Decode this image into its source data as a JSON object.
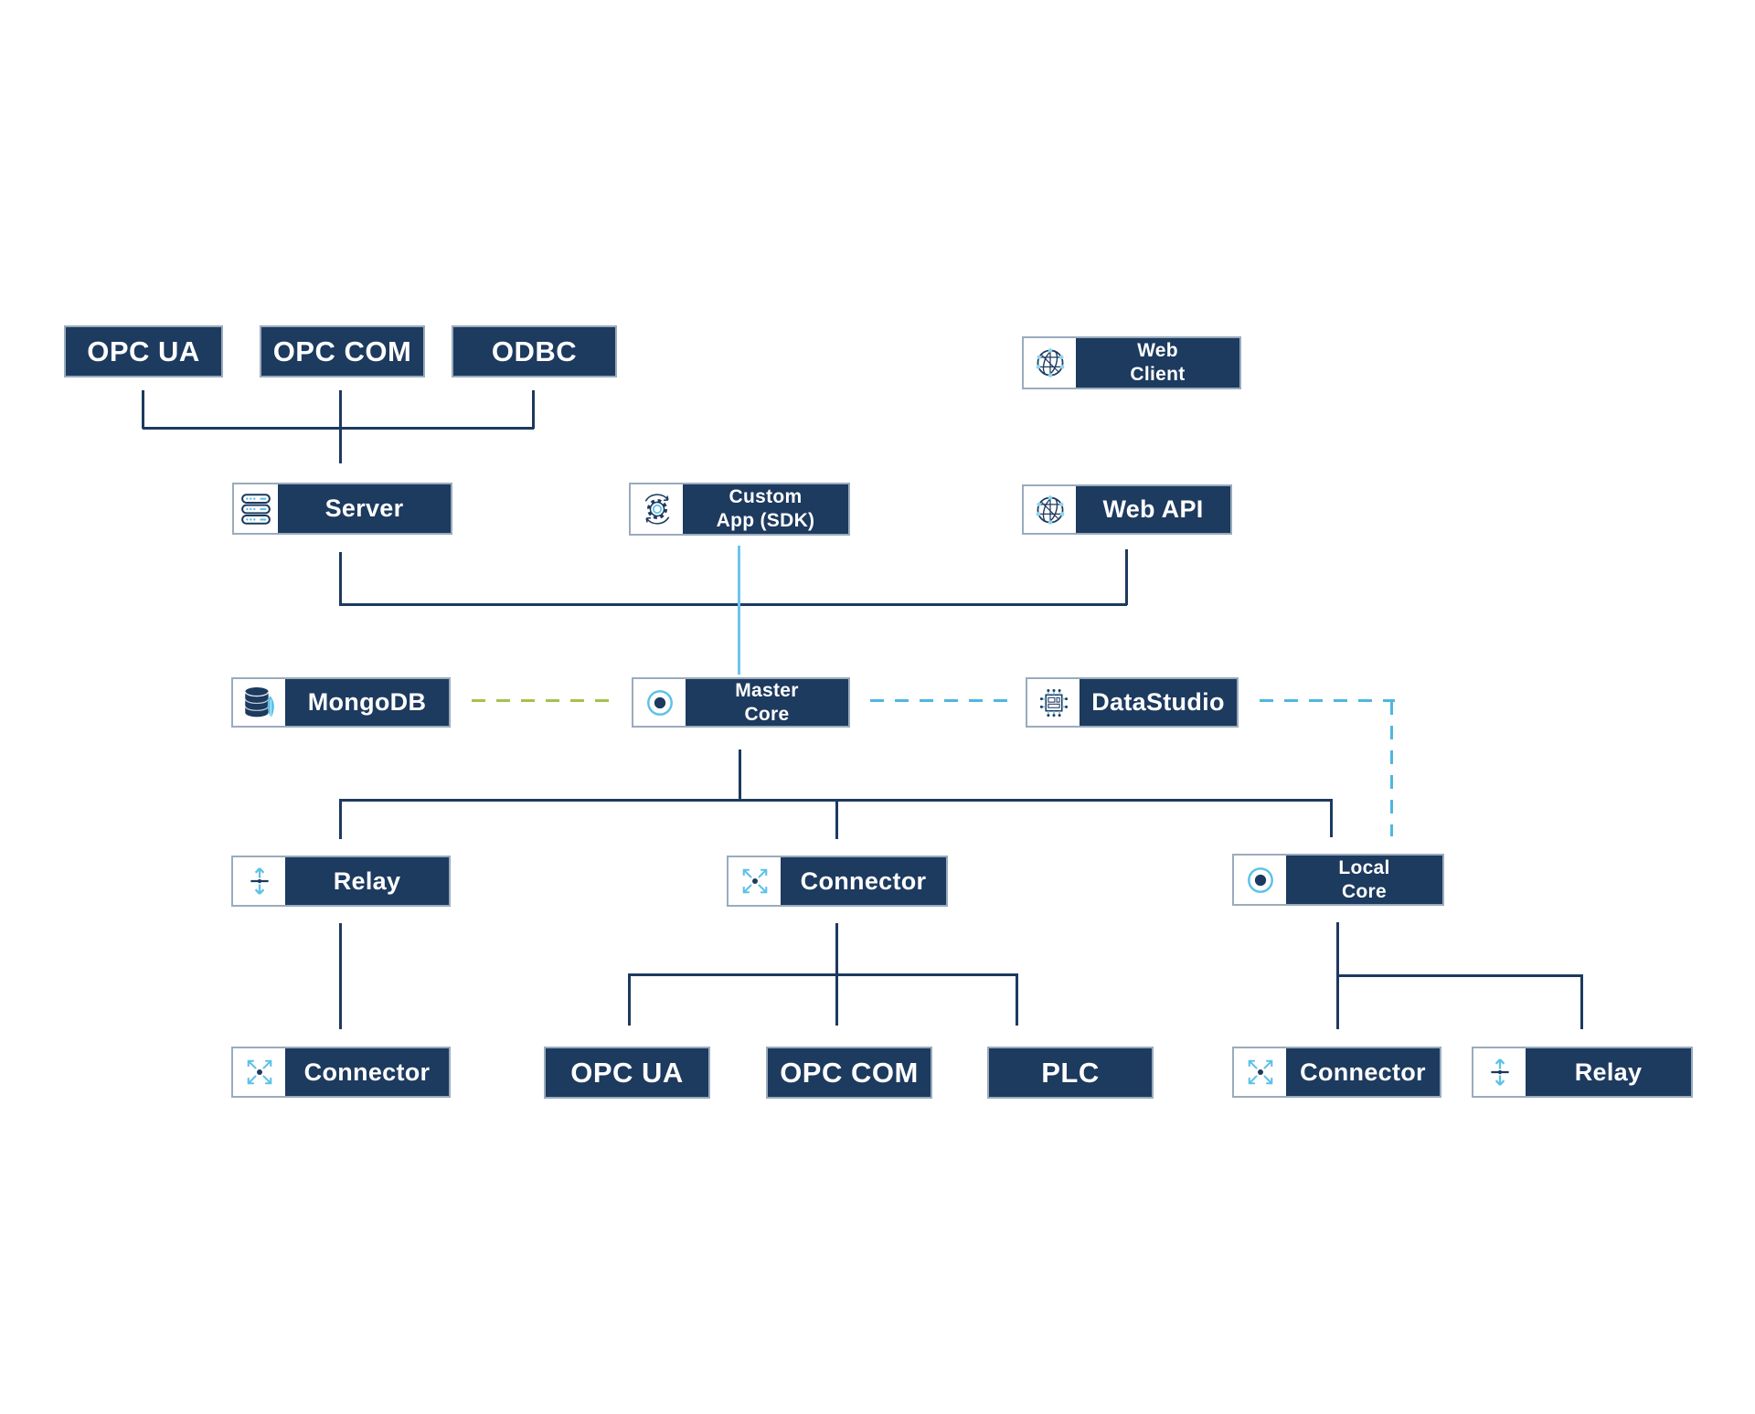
{
  "diagram": {
    "type": "architecture-diagram",
    "colors": {
      "box_fill": "#1d3a5f",
      "box_border": "#9aabbd",
      "text": "#ffffff",
      "solid_line": "#1d3a5f",
      "cyan_line": "#6cc5e9",
      "dashed_green": "#a6c14d",
      "dashed_blue": "#4fb6e0",
      "icon_accent": "#5bc2e7"
    },
    "nodes": {
      "opc_ua_top": {
        "label": "OPC UA"
      },
      "opc_com_top": {
        "label": "OPC COM"
      },
      "odbc": {
        "label": "ODBC"
      },
      "web_client": {
        "line1": "Web",
        "line2": "Client",
        "icon": "globe-network-icon"
      },
      "server": {
        "label": "Server",
        "icon": "server-stack-icon"
      },
      "custom_app": {
        "line1": "Custom",
        "line2": "App (SDK)",
        "icon": "gear-sync-icon"
      },
      "web_api": {
        "label": "Web API",
        "icon": "globe-network-icon"
      },
      "mongodb": {
        "label": "MongoDB",
        "icon": "database-leaf-icon"
      },
      "master_core": {
        "line1": "Master",
        "line2": "Core",
        "icon": "core-bullseye-icon"
      },
      "datastudio": {
        "label": "DataStudio",
        "icon": "dashboard-chip-icon"
      },
      "relay_mid": {
        "label": "Relay",
        "icon": "relay-updown-icon"
      },
      "connector_mid": {
        "label": "Connector",
        "icon": "connector-expand-icon"
      },
      "local_core": {
        "line1": "Local",
        "line2": "Core",
        "icon": "core-bullseye-icon"
      },
      "connector_bl": {
        "label": "Connector",
        "icon": "connector-expand-icon"
      },
      "opc_ua_bottom": {
        "label": "OPC UA"
      },
      "opc_com_bottom": {
        "label": "OPC COM"
      },
      "plc": {
        "label": "PLC"
      },
      "connector_br": {
        "label": "Connector",
        "icon": "connector-expand-icon"
      },
      "relay_br": {
        "label": "Relay",
        "icon": "relay-updown-icon"
      }
    },
    "edges": [
      {
        "from": "opc_ua_top",
        "to": "server",
        "style": "solid",
        "color": "navy"
      },
      {
        "from": "opc_com_top",
        "to": "server",
        "style": "solid",
        "color": "navy"
      },
      {
        "from": "odbc",
        "to": "server",
        "style": "solid",
        "color": "navy"
      },
      {
        "from": "server",
        "to": "master_core",
        "style": "solid",
        "color": "navy"
      },
      {
        "from": "web_api",
        "to": "master_core",
        "style": "solid",
        "color": "navy"
      },
      {
        "from": "custom_app",
        "to": "master_core",
        "style": "solid",
        "color": "cyan"
      },
      {
        "from": "mongodb",
        "to": "master_core",
        "style": "dashed",
        "color": "green"
      },
      {
        "from": "master_core",
        "to": "datastudio",
        "style": "dashed",
        "color": "blue"
      },
      {
        "from": "datastudio",
        "to": "local_core",
        "style": "dashed",
        "color": "blue"
      },
      {
        "from": "master_core",
        "to": "relay_mid",
        "style": "solid",
        "color": "navy"
      },
      {
        "from": "master_core",
        "to": "connector_mid",
        "style": "solid",
        "color": "navy"
      },
      {
        "from": "master_core",
        "to": "local_core",
        "style": "solid",
        "color": "navy"
      },
      {
        "from": "relay_mid",
        "to": "connector_bl",
        "style": "solid",
        "color": "navy"
      },
      {
        "from": "connector_mid",
        "to": "opc_ua_bottom",
        "style": "solid",
        "color": "navy"
      },
      {
        "from": "connector_mid",
        "to": "opc_com_bottom",
        "style": "solid",
        "color": "navy"
      },
      {
        "from": "connector_mid",
        "to": "plc",
        "style": "solid",
        "color": "navy"
      },
      {
        "from": "local_core",
        "to": "connector_br",
        "style": "solid",
        "color": "navy"
      },
      {
        "from": "local_core",
        "to": "relay_br",
        "style": "solid",
        "color": "navy"
      }
    ]
  }
}
